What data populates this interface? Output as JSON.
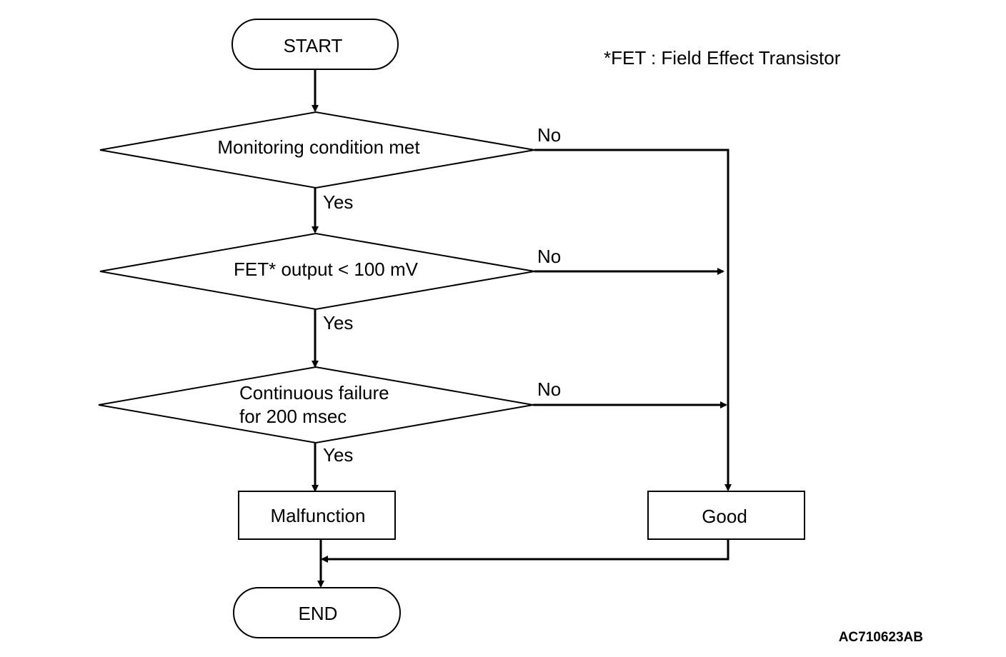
{
  "footnote": "*FET : Field Effect Transistor",
  "figure_code": "AC710623AB",
  "nodes": {
    "start": "START",
    "decision1": "Monitoring condition met",
    "decision2": "FET* output < 100 mV",
    "decision3_line1": "Continuous failure",
    "decision3_line2": "for 200 msec",
    "malfunction": "Malfunction",
    "good": "Good",
    "end": "END"
  },
  "branches": {
    "d1_yes": "Yes",
    "d1_no": "No",
    "d2_yes": "Yes",
    "d2_no": "No",
    "d3_yes": "Yes",
    "d3_no": "No"
  }
}
